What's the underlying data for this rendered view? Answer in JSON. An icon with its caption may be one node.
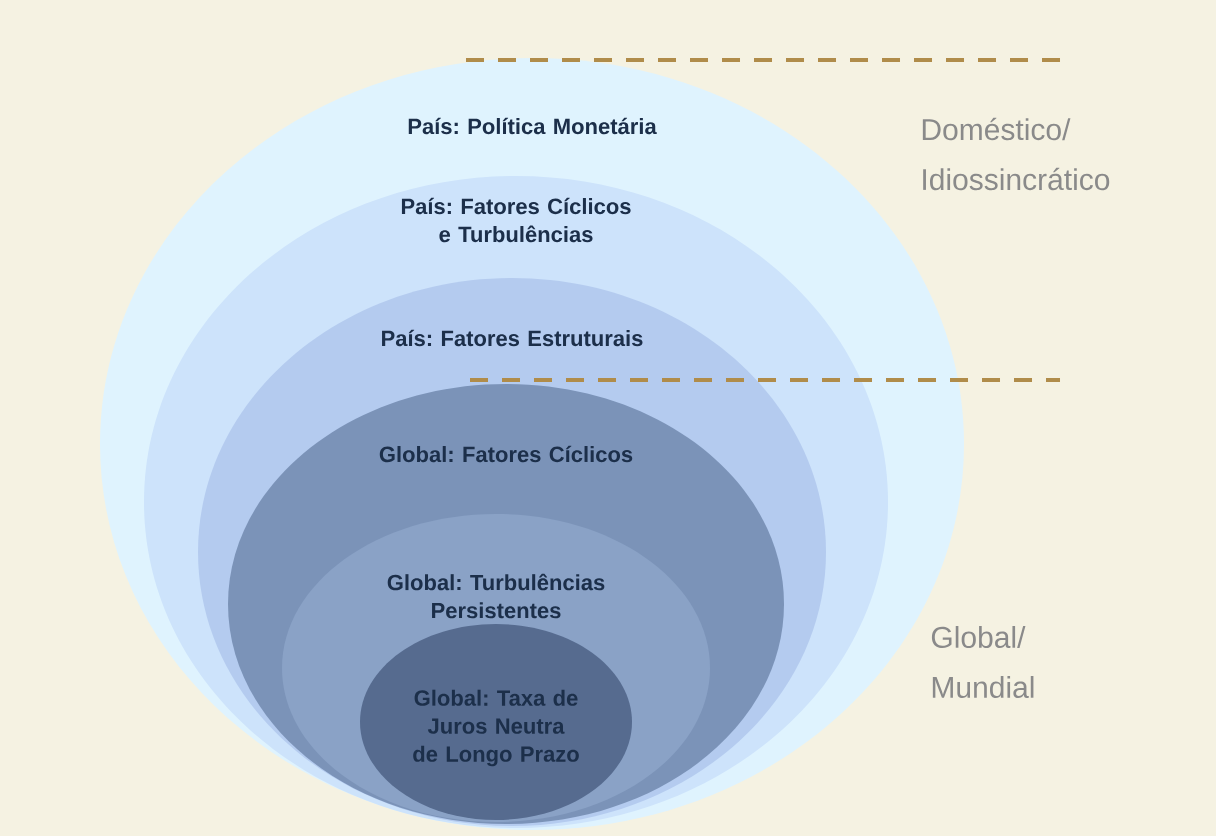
{
  "diagram": {
    "nodes": [
      {
        "text": [
          "País: Política Monetária"
        ]
      },
      {
        "text": [
          "País: Fatores Cíclicos e Turbulências"
        ],
        "in": 0
      },
      {
        "text": [
          "País: Fatores Estruturais"
        ],
        "in": 1
      },
      {
        "text": [
          "Global: Fatores Cíclicos"
        ],
        "in": 2
      },
      {
        "text": [
          "Global: Turbulências Persistentes"
        ],
        "in": 3
      },
      {
        "text": [
          "Global: Taxa de Juros Neutra de Longo Prazo"
        ],
        "in": 4
      }
    ],
    "labels": [
      "Doméstico/ Idiossincrático",
      "Global/ Mundial"
    ]
  }
}
